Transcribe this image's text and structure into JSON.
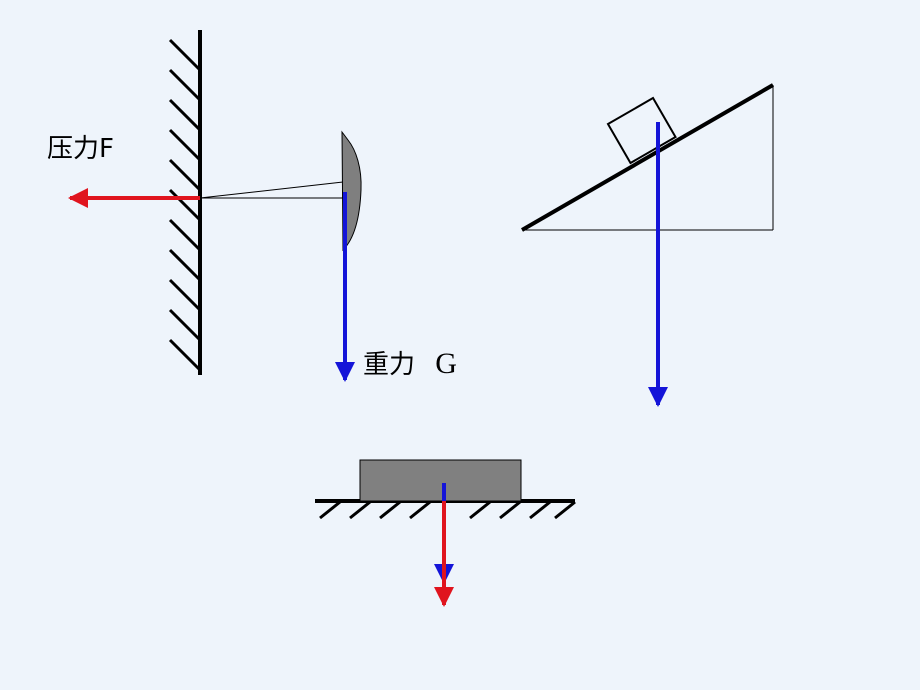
{
  "labels": {
    "pressure_label": "压力F",
    "gravity_prefix": "重力",
    "gravity_symbol": "G"
  },
  "colors": {
    "background": "#eef4fb",
    "pressure_arrow": "#e0141e",
    "gravity_arrow": "#1414d8",
    "block_fill": "#808080",
    "outline": "#000000"
  }
}
